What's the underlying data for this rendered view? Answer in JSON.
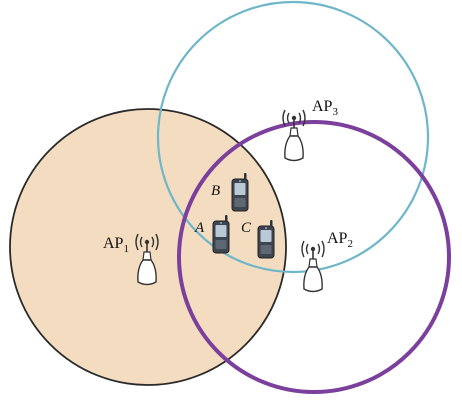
{
  "colors": {
    "ap1_fill": "#f4dcc0",
    "ap1_stroke": "#2a2a2a",
    "ap2_stroke": "#7b3f9c",
    "ap3_stroke": "#6fb7c8",
    "device_body": "#3d4650",
    "device_screen": "#b9cad6",
    "ap_body": "#ffffff",
    "ap_stroke": "#333333"
  },
  "access_points": [
    {
      "id": "ap1",
      "label": "AP",
      "subscript": "1",
      "icon": "wifi-router-icon"
    },
    {
      "id": "ap2",
      "label": "AP",
      "subscript": "2",
      "icon": "wifi-router-icon"
    },
    {
      "id": "ap3",
      "label": "AP",
      "subscript": "3",
      "icon": "wifi-router-icon"
    }
  ],
  "devices": [
    {
      "id": "A",
      "label": "A",
      "icon": "mobile-phone-icon"
    },
    {
      "id": "B",
      "label": "B",
      "icon": "mobile-phone-icon"
    },
    {
      "id": "C",
      "label": "C",
      "icon": "mobile-phone-icon"
    }
  ]
}
